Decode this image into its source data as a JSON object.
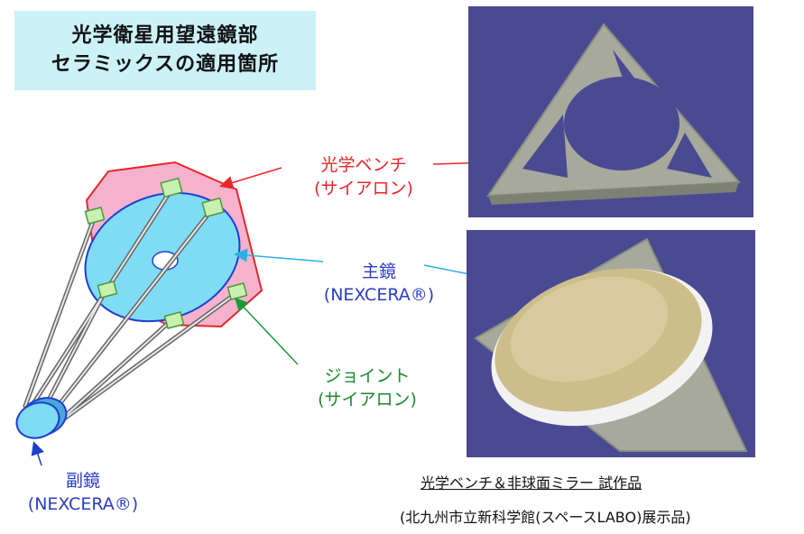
{
  "title": {
    "line1": "光学衛星用望遠鏡部",
    "line2": "セラミックスの適用箇所"
  },
  "labels": {
    "optical_bench_name": "光学ベンチ",
    "optical_bench_material": "(サイアロン)",
    "primary_mirror_name": "主鏡",
    "primary_mirror_material": "(NEXCERA®)",
    "joint_name": "ジョイント",
    "joint_material": "(サイアロン)",
    "secondary_mirror_name": "副鏡",
    "secondary_mirror_material": "(NEXCERA®)"
  },
  "captions": {
    "prototype": "光学ベンチ＆非球面ミラー 試作品",
    "exhibit": "(北九州市立新科学館(スペースLABO)展示品)"
  },
  "colors": {
    "bench_label": "#e8262a",
    "mirror_label": "#2a3cc8",
    "joint_label": "#1a8a2a",
    "mirror_arrow": "#2ab0e8",
    "photo_background": "#4a4a92",
    "title_background": "#ccf2f8"
  }
}
